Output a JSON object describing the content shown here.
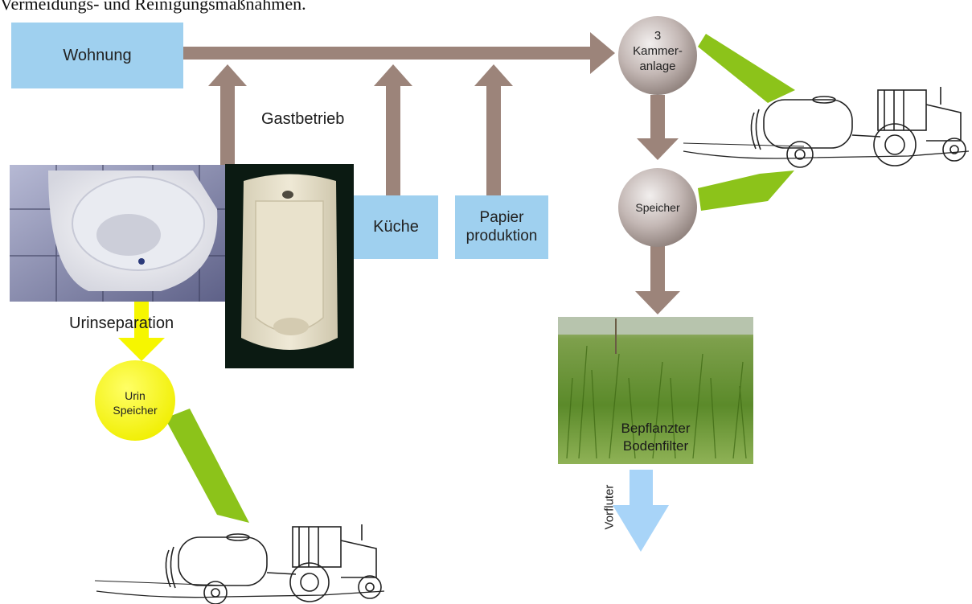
{
  "header": {
    "partial_caption": "Vermeidungs- und Reinigungsmaßnahmen."
  },
  "nodes": {
    "wohnung": "Wohnung",
    "gastbetrieb": "Gastbetrieb",
    "kueche": "Küche",
    "papier_line1": "Papier",
    "papier_line2": "produktion",
    "kammer_line1": "3",
    "kammer_line2": "Kammer-",
    "kammer_line3": "anlage",
    "speicher": "Speicher",
    "urinseparation": "Urinseparation",
    "urin_line1": "Urin",
    "urin_line2": "Speicher",
    "bodenfilter_line1": "Bepflanzter",
    "bodenfilter_line2": "Bodenfilter",
    "vorfluter": "Vorfluter"
  },
  "colors": {
    "box_blue": "#9fd0ef",
    "pipe_brown": "#9c847a",
    "green_arrow": "#8cc31a",
    "yellow": "#f6f600",
    "vorfluter_blue": "#a8d4f8",
    "node_grey": "#b8adab"
  },
  "icons": {
    "toilet_photo": "toilet-photo",
    "urinal_photo": "urinal-photo",
    "grass_photo": "grass-photo",
    "tractor": "tractor-icon"
  }
}
